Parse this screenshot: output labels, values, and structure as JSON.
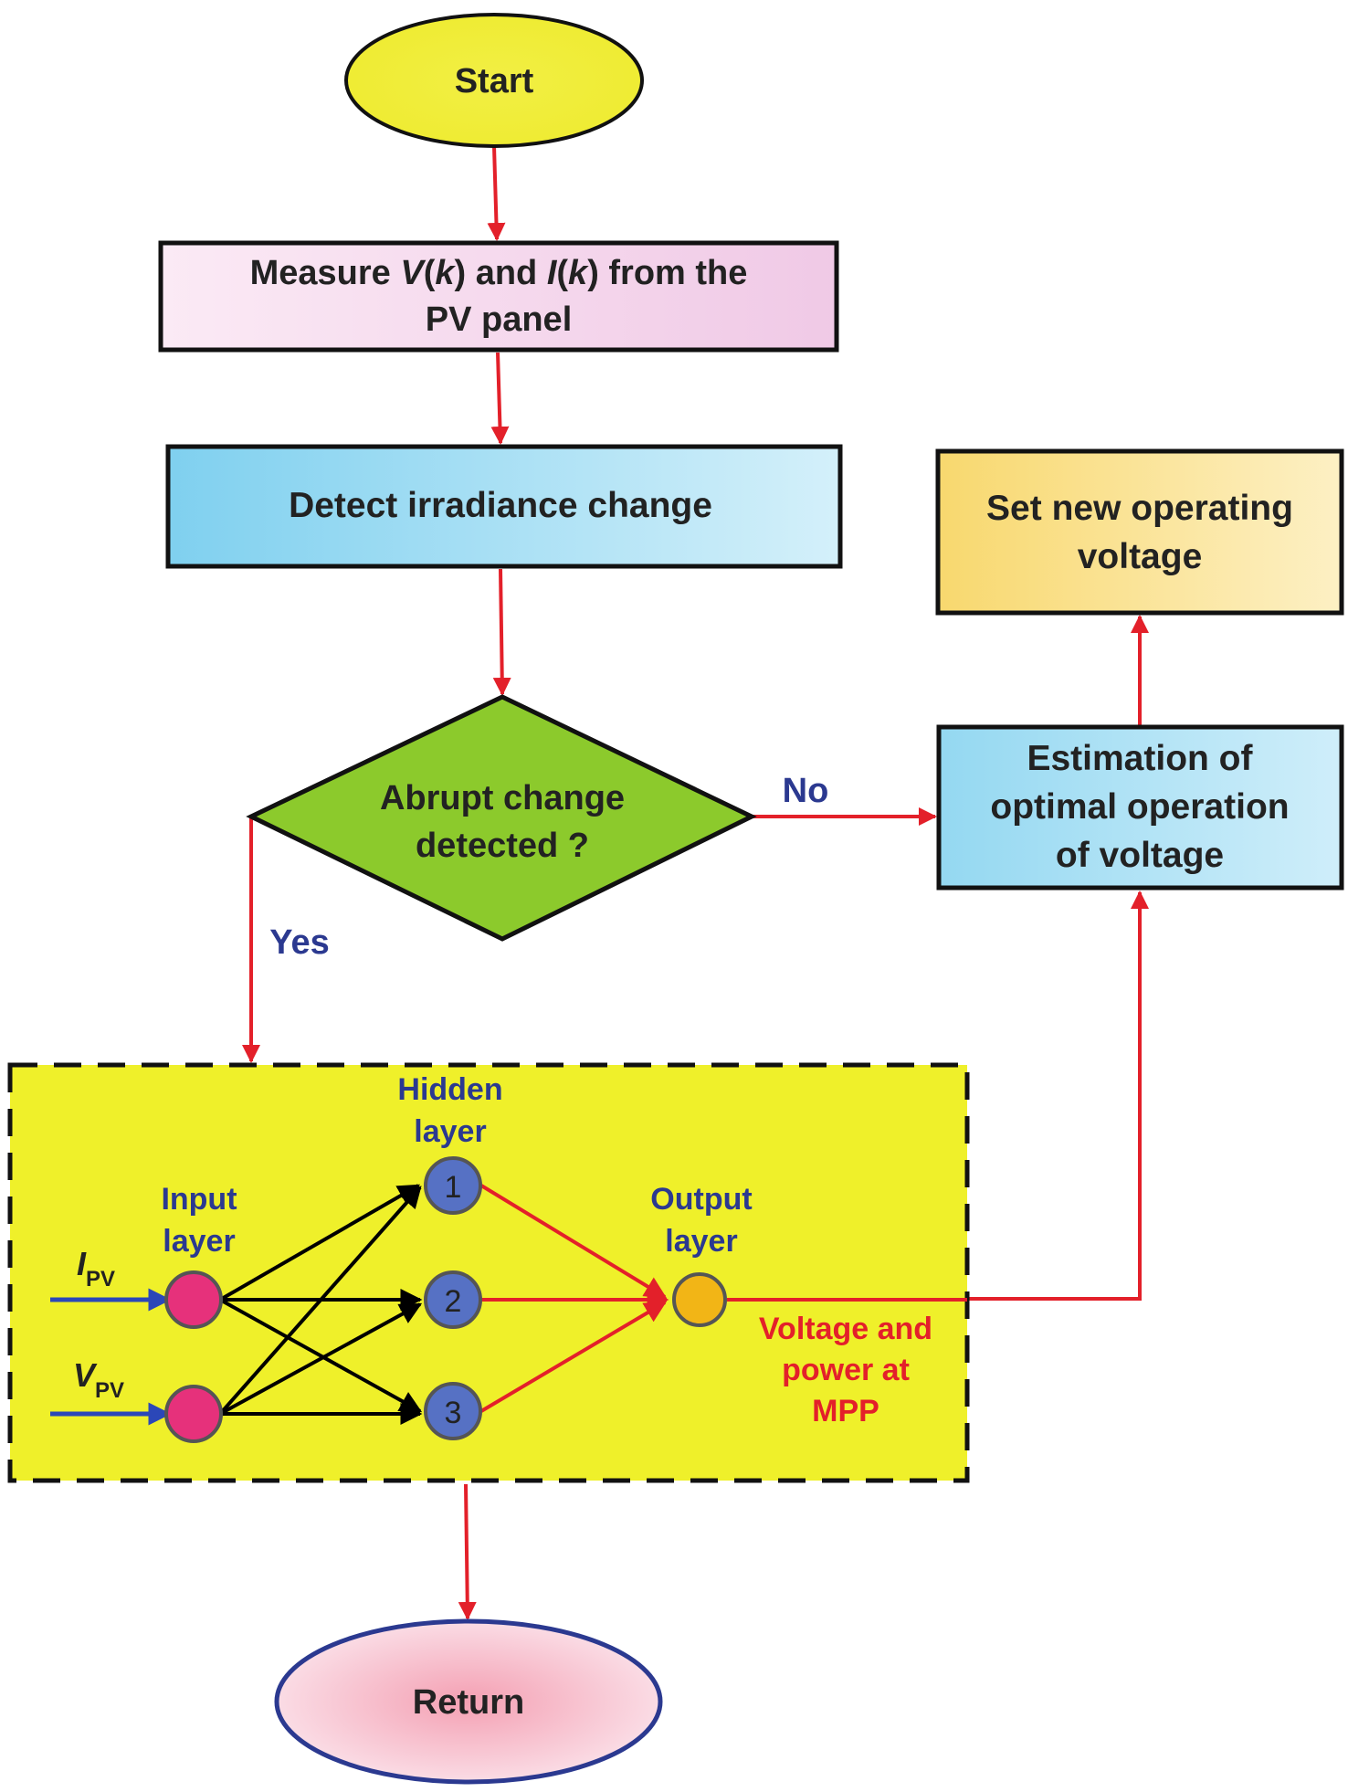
{
  "title": "ANN-based MPPT flowchart",
  "colors": {
    "arrow": "#e3202a",
    "label_blue": "#2b3990",
    "label_red": "#e3202a",
    "start_fill": "#f1ef3c",
    "measure_fill": "#f3cfe8",
    "detect_fill": "#8fd6f0",
    "diamond_fill": "#8cca2c",
    "estimation_fill": "#a9e0f4",
    "setvoltage_fill": "#f8dc7e",
    "nn_fill": "#eff02a",
    "return_fill": "#f4a9b8",
    "return_stroke": "#2b3990",
    "input_node": "#e6317b",
    "hidden_node": "#5671c4",
    "output_node": "#f2b516"
  },
  "nodes": {
    "start": {
      "label": "Start"
    },
    "measure": {
      "line1_pre": "Measure ",
      "v": "V",
      "k1": "k",
      "mid": ") and ",
      "i": "I",
      "k2": "k",
      "line1_post": ") from the",
      "line2": "PV panel"
    },
    "detect": {
      "label": "Detect irradiance change"
    },
    "decision": {
      "line1": "Abrupt change",
      "line2": "detected ?"
    },
    "estimation": {
      "line1": "Estimation of",
      "line2": "optimal operation",
      "line3": "of voltage"
    },
    "set_voltage": {
      "line1": "Set new operating",
      "line2": "voltage"
    },
    "return": {
      "label": "Return"
    }
  },
  "edges": {
    "no_label": "No",
    "yes_label": "Yes"
  },
  "neural_network": {
    "input_layer": {
      "line1": "Input",
      "line2": "layer"
    },
    "hidden_layer": {
      "line1": "Hidden",
      "line2": "layer"
    },
    "output_layer": {
      "line1": "Output",
      "line2": "layer"
    },
    "inputs": [
      {
        "symbol": "I",
        "subscript": "PV"
      },
      {
        "symbol": "V",
        "subscript": "PV"
      }
    ],
    "hidden_nodes": [
      "1",
      "2",
      "3"
    ],
    "output_caption": {
      "line1": "Voltage and",
      "line2": "power at",
      "line3": "MPP"
    }
  }
}
